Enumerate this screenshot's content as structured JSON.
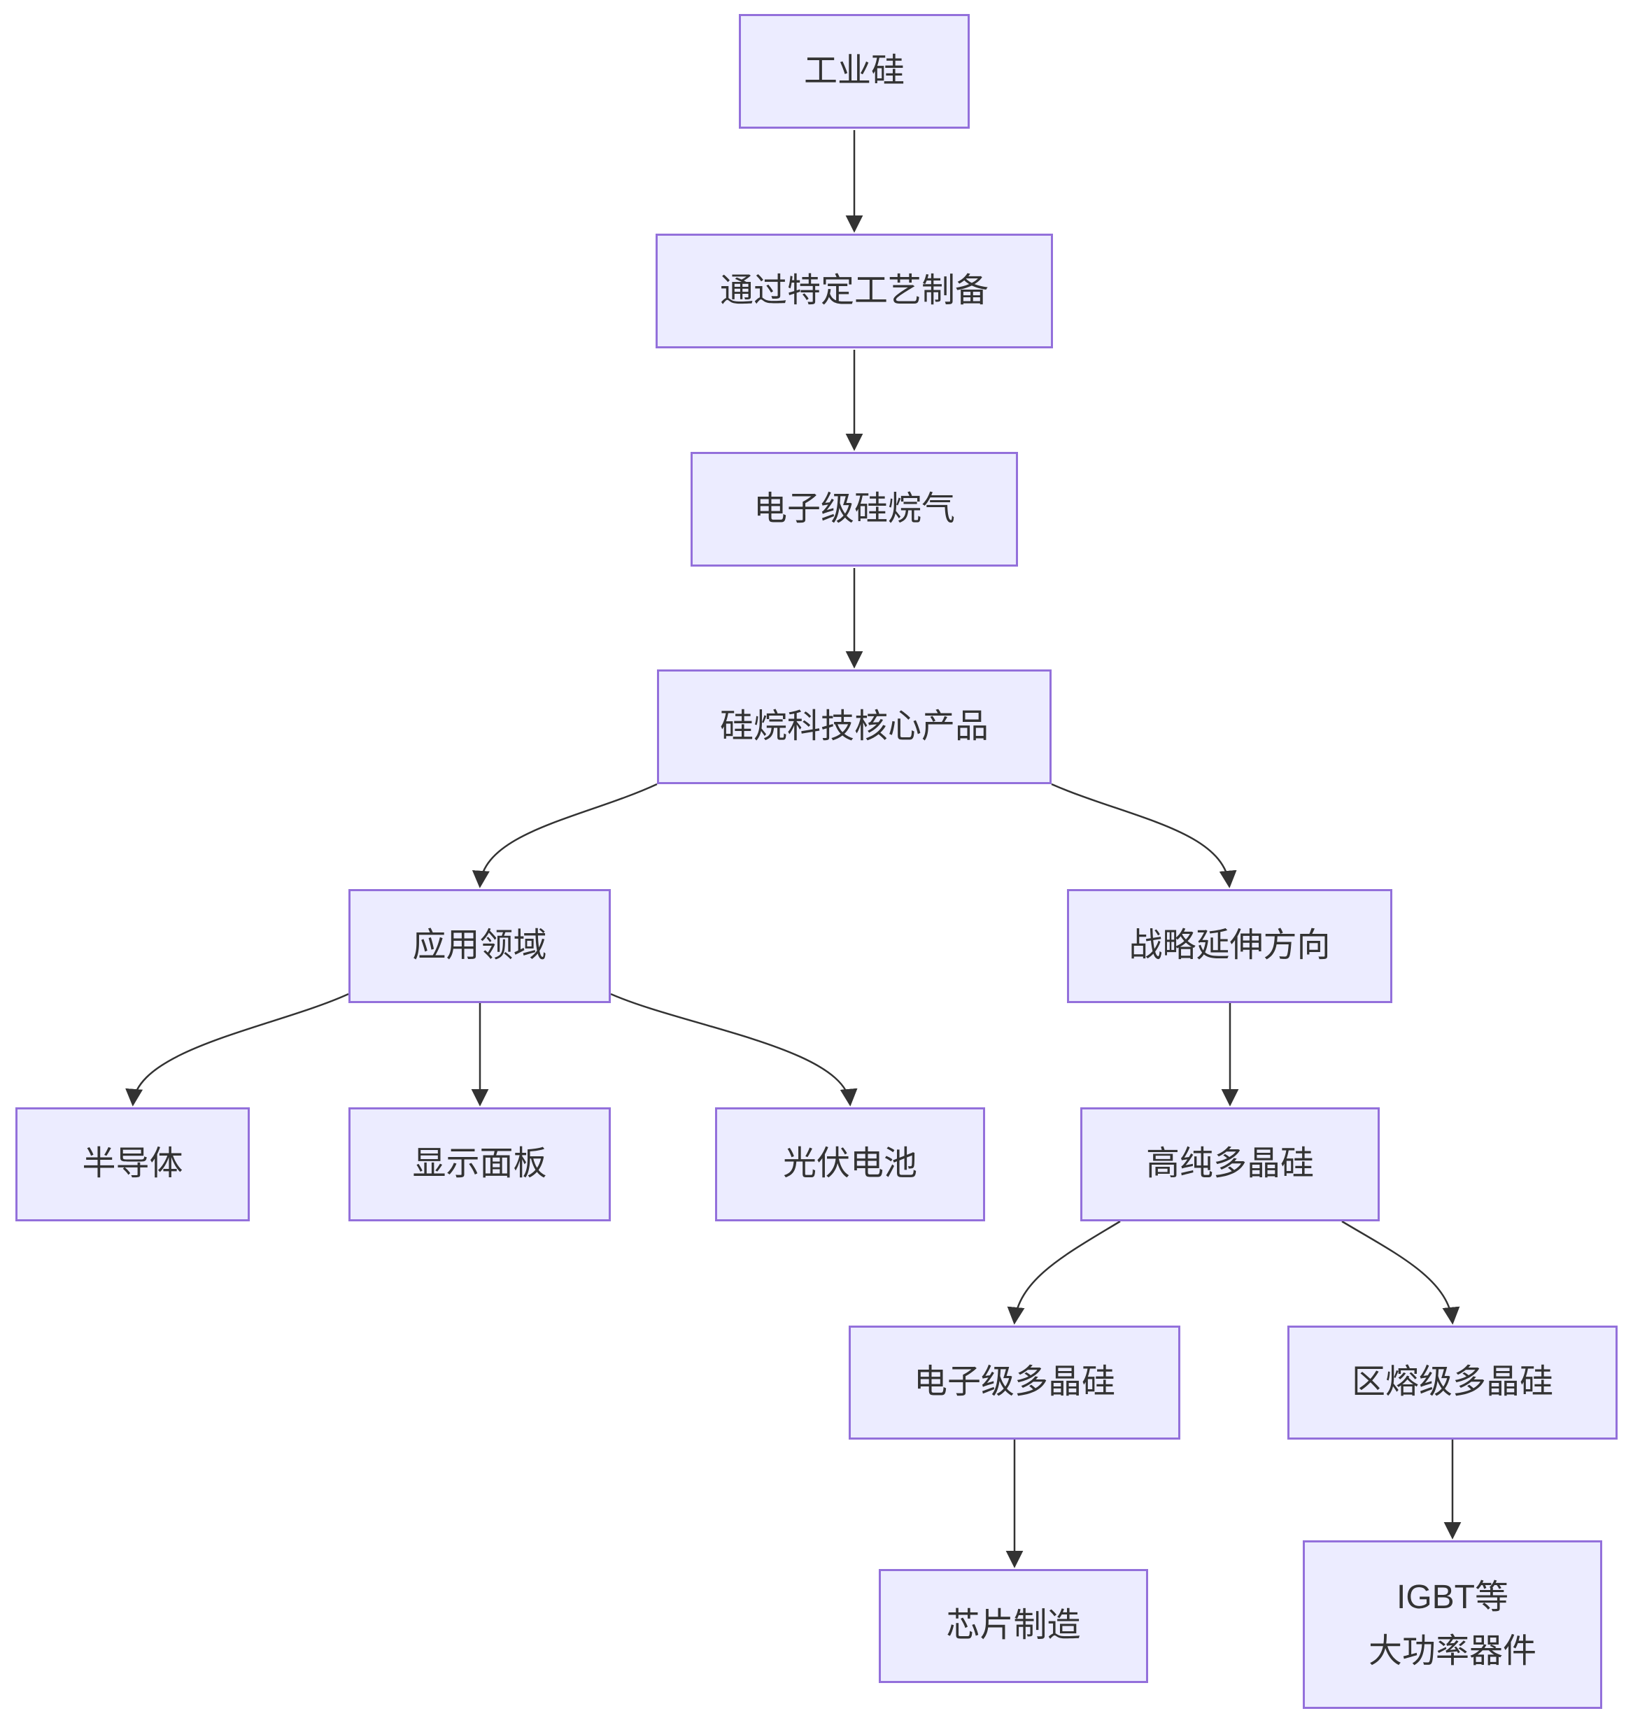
{
  "diagram": {
    "type": "flowchart",
    "direction": "top-down",
    "colors": {
      "background": "#FFFFFF",
      "node_fill": "#ECECFF",
      "node_border": "#9370DB",
      "text": "#333333",
      "edge": "#333333"
    },
    "nodes": [
      {
        "id": "A",
        "label": "工业硅"
      },
      {
        "id": "B",
        "label": "通过特定工艺制备"
      },
      {
        "id": "C",
        "label": "电子级硅烷气"
      },
      {
        "id": "D",
        "label": "硅烷科技核心产品"
      },
      {
        "id": "E",
        "label": "应用领域"
      },
      {
        "id": "F",
        "label": "战略延伸方向"
      },
      {
        "id": "G",
        "label": "半导体"
      },
      {
        "id": "H",
        "label": "显示面板"
      },
      {
        "id": "I",
        "label": "光伏电池"
      },
      {
        "id": "J",
        "label": "高纯多晶硅"
      },
      {
        "id": "K",
        "label": "电子级多晶硅"
      },
      {
        "id": "L",
        "label": "区熔级多晶硅"
      },
      {
        "id": "M",
        "label": "芯片制造"
      },
      {
        "id": "N",
        "label_line1": "IGBT等",
        "label_line2": "大功率器件"
      }
    ],
    "edges": [
      {
        "from": "工业硅",
        "to": "通过特定工艺制备"
      },
      {
        "from": "通过特定工艺制备",
        "to": "电子级硅烷气"
      },
      {
        "from": "电子级硅烷气",
        "to": "硅烷科技核心产品"
      },
      {
        "from": "硅烷科技核心产品",
        "to": "应用领域"
      },
      {
        "from": "硅烷科技核心产品",
        "to": "战略延伸方向"
      },
      {
        "from": "应用领域",
        "to": "半导体"
      },
      {
        "from": "应用领域",
        "to": "显示面板"
      },
      {
        "from": "应用领域",
        "to": "光伏电池"
      },
      {
        "from": "战略延伸方向",
        "to": "高纯多晶硅"
      },
      {
        "from": "高纯多晶硅",
        "to": "电子级多晶硅"
      },
      {
        "from": "高纯多晶硅",
        "to": "区熔级多晶硅"
      },
      {
        "from": "电子级多晶硅",
        "to": "芯片制造"
      },
      {
        "from": "区熔级多晶硅",
        "to": "IGBT等大功率器件"
      }
    ]
  }
}
